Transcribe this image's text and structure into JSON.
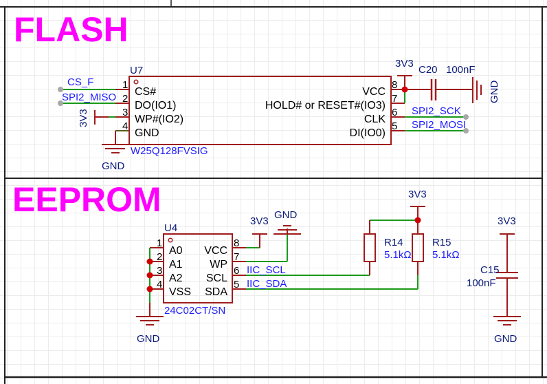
{
  "colors": {
    "section_title": "#ff00ff",
    "component_body": "#a01c1c",
    "wire": "#1a9a1a",
    "junction": "#d00000",
    "net_label": "#1c1cff",
    "power_label": "#0a1a7a",
    "frame": "#222222",
    "grid": "#ececec"
  },
  "sections": {
    "flash": {
      "title": "FLASH"
    },
    "eeprom": {
      "title": "EEPROM"
    }
  },
  "flash": {
    "u7": {
      "designator": "U7",
      "part": "W25Q128FVSIG",
      "left_pins": [
        {
          "num": "1",
          "name": "CS#"
        },
        {
          "num": "2",
          "name": "DO(IO1)"
        },
        {
          "num": "3",
          "name": "WP#(IO2)"
        },
        {
          "num": "4",
          "name": "GND"
        }
      ],
      "right_pins": [
        {
          "num": "8",
          "name": "VCC"
        },
        {
          "num": "7",
          "name": "HOLD# or RESET#(IO3)"
        },
        {
          "num": "6",
          "name": "CLK"
        },
        {
          "num": "5",
          "name": "DI(IO0)"
        }
      ]
    },
    "nets": {
      "cs": "CS_F",
      "miso": "SPI2_MISO",
      "sck": "SPI2_SCK",
      "mosi": "SPI2_MOSI"
    },
    "power": {
      "wp_3v3": "3V3",
      "gnd": "GND",
      "vcc_3v3": "3V3",
      "cap_gnd": "GND"
    },
    "c20": {
      "designator": "C20",
      "value": "100nF"
    }
  },
  "eeprom": {
    "u4": {
      "designator": "U4",
      "part": "24C02CT/SN",
      "left_pins": [
        {
          "num": "1",
          "name": "A0"
        },
        {
          "num": "2",
          "name": "A1"
        },
        {
          "num": "3",
          "name": "A2"
        },
        {
          "num": "4",
          "name": "VSS"
        }
      ],
      "right_pins": [
        {
          "num": "8",
          "name": "VCC"
        },
        {
          "num": "7",
          "name": "WP"
        },
        {
          "num": "6",
          "name": "SCL"
        },
        {
          "num": "5",
          "name": "SDA"
        }
      ]
    },
    "nets": {
      "scl": "IIC_SCL",
      "sda": "IIC_SDA"
    },
    "power": {
      "vcc_3v3": "3V3",
      "wp_gnd": "GND",
      "vss_gnd": "GND",
      "pullup_3v3": "3V3",
      "cap_3v3": "3V3",
      "cap_gnd": "GND"
    },
    "r14": {
      "designator": "R14",
      "value": "5.1kΩ"
    },
    "r15": {
      "designator": "R15",
      "value": "5.1kΩ"
    },
    "c15": {
      "designator": "C15",
      "value": "100nF"
    }
  }
}
